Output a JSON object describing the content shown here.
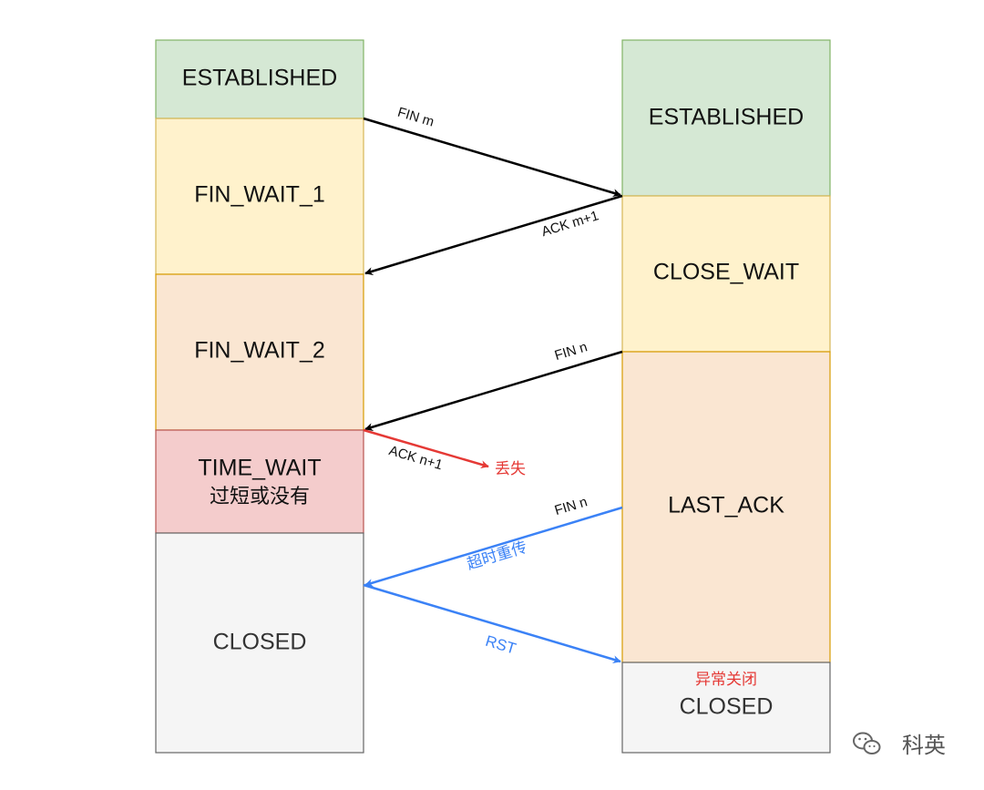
{
  "left_column": {
    "states": [
      {
        "label": "ESTABLISHED",
        "fill": "#d5e8d4",
        "stroke": "#82b366"
      },
      {
        "label": "FIN_WAIT_1",
        "fill": "#fff2cc",
        "stroke": "#d6b656"
      },
      {
        "label": "FIN_WAIT_2",
        "fill": "#fae6d2",
        "stroke": "#d79b00"
      },
      {
        "label": "TIME_WAIT",
        "sublabel": "过短或没有",
        "fill": "#f4cccc",
        "stroke": "#b85450"
      },
      {
        "label": "CLOSED",
        "fill": "#f5f5f5",
        "stroke": "#666666"
      }
    ]
  },
  "right_column": {
    "states": [
      {
        "label": "ESTABLISHED",
        "fill": "#d5e8d4",
        "stroke": "#82b366"
      },
      {
        "label": "CLOSE_WAIT",
        "fill": "#fff2cc",
        "stroke": "#d6b656"
      },
      {
        "label": "LAST_ACK",
        "fill": "#fae6d2",
        "stroke": "#d79b00"
      },
      {
        "label": "CLOSED",
        "note": "异常关闭",
        "fill": "#f5f5f5",
        "stroke": "#666666"
      }
    ]
  },
  "messages": {
    "fin_m": "FIN m",
    "ack_m1": "ACK m+1",
    "fin_n": "FIN n",
    "ack_n1": "ACK n+1",
    "lost": "丢失",
    "fin_n_retry": "FIN n",
    "retransmit": "超时重传",
    "rst": "RST"
  },
  "colors": {
    "black_arrow": "#000000",
    "red_arrow": "#e53935",
    "blue_arrow": "#3b82f6"
  },
  "watermark": {
    "icon": "wechat-icon",
    "text": "科英"
  }
}
